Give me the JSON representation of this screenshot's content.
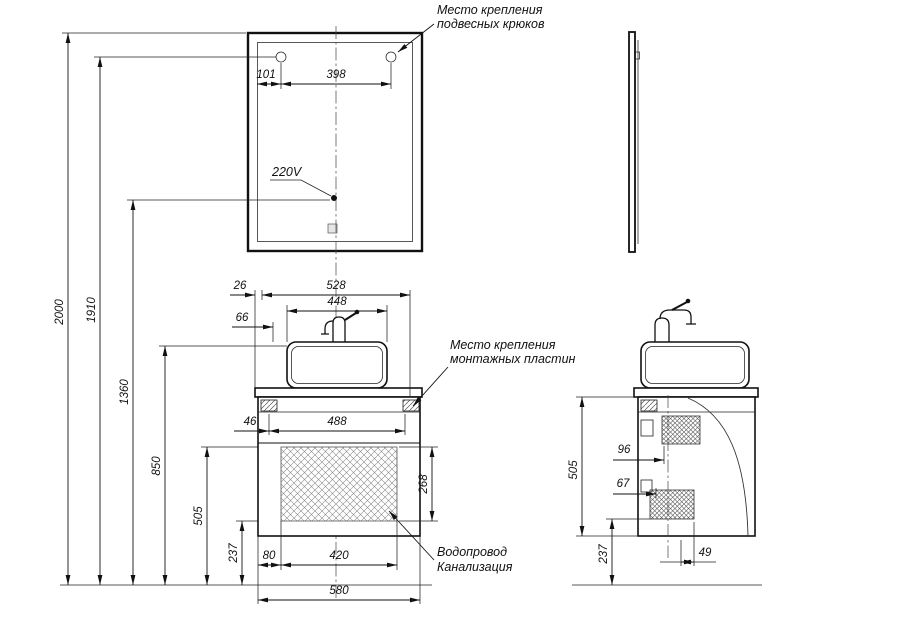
{
  "labels": {
    "hooks_line1": "Место крепления",
    "hooks_line2": "подвесных крюков",
    "plates_line1": "Место крепления",
    "plates_line2": "монтажных пластин",
    "water_line1": "Водопровод",
    "water_line2": "Канализация",
    "voltage": "220V"
  },
  "dims": {
    "front": {
      "hook_left": "101",
      "hook_span": "398",
      "h_total": "2000",
      "h_hooks": "1910",
      "h_outlet": "1360",
      "h_sink": "850",
      "h_niche_top": "505",
      "h_niche_bottom": "237",
      "top_offset": "26",
      "top_span": "528",
      "sink_span": "448",
      "faucet_offset": "66",
      "plate_offset": "46",
      "plate_span": "488",
      "niche_height": "268",
      "bottom_offset": "80",
      "niche_width": "420",
      "cabinet_width": "580"
    },
    "side": {
      "plate_depth": "96",
      "pipe_offset": "67",
      "cabinet_height": "505",
      "pipe_height": "237",
      "pipe_width": "49"
    }
  }
}
